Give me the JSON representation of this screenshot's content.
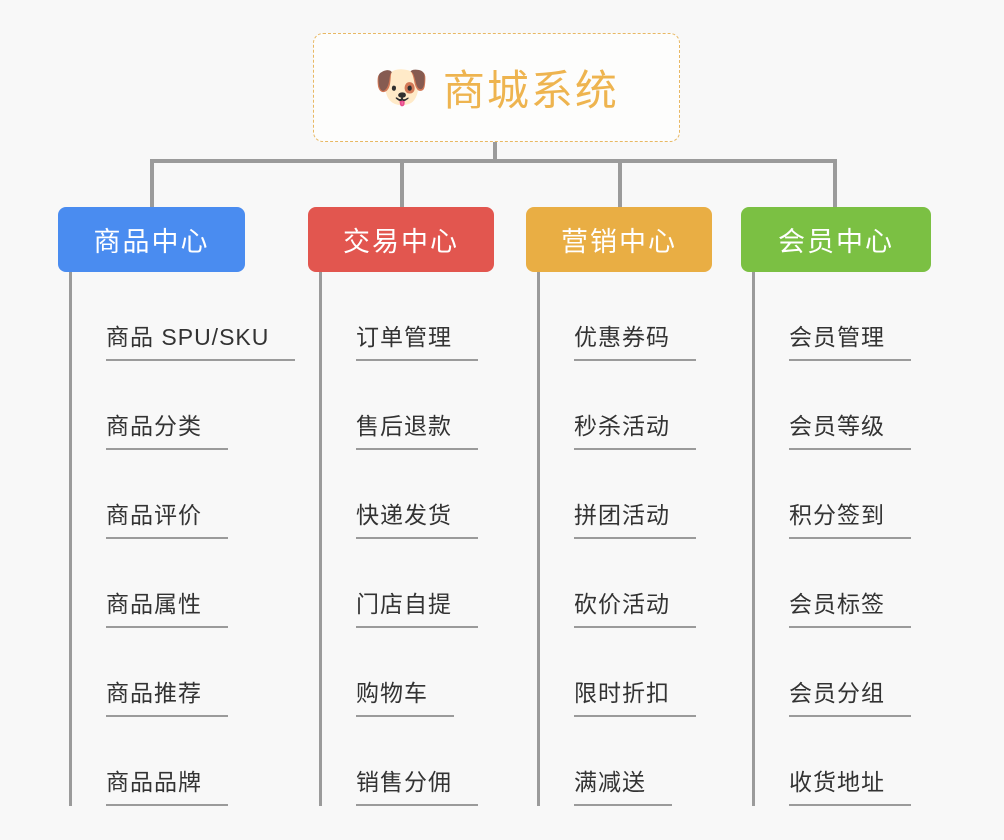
{
  "diagram": {
    "title": "商城系统",
    "root_icon": "dog-face-icon",
    "root_emoji": "🐶",
    "background_color": "#f8f8f8",
    "connector_color": "#9b9b9b",
    "root_border_color": "#e8b863",
    "root_text_color": "#eeb44f",
    "columns": [
      {
        "label": "商品中心",
        "color": "#4a8cf0",
        "items": [
          "商品 SPU/SKU",
          "商品分类",
          "商品评价",
          "商品属性",
          "商品推荐",
          "商品品牌"
        ]
      },
      {
        "label": "交易中心",
        "color": "#e2564f",
        "items": [
          "订单管理",
          "售后退款",
          "快递发货",
          "门店自提",
          "购物车",
          "销售分佣"
        ]
      },
      {
        "label": "营销中心",
        "color": "#e9ae44",
        "items": [
          "优惠券码",
          "秒杀活动",
          "拼团活动",
          "砍价活动",
          "限时折扣",
          "满减送"
        ]
      },
      {
        "label": "会员中心",
        "color": "#7bc043",
        "items": [
          "会员管理",
          "会员等级",
          "积分签到",
          "会员标签",
          "会员分组",
          "收货地址"
        ]
      }
    ]
  }
}
